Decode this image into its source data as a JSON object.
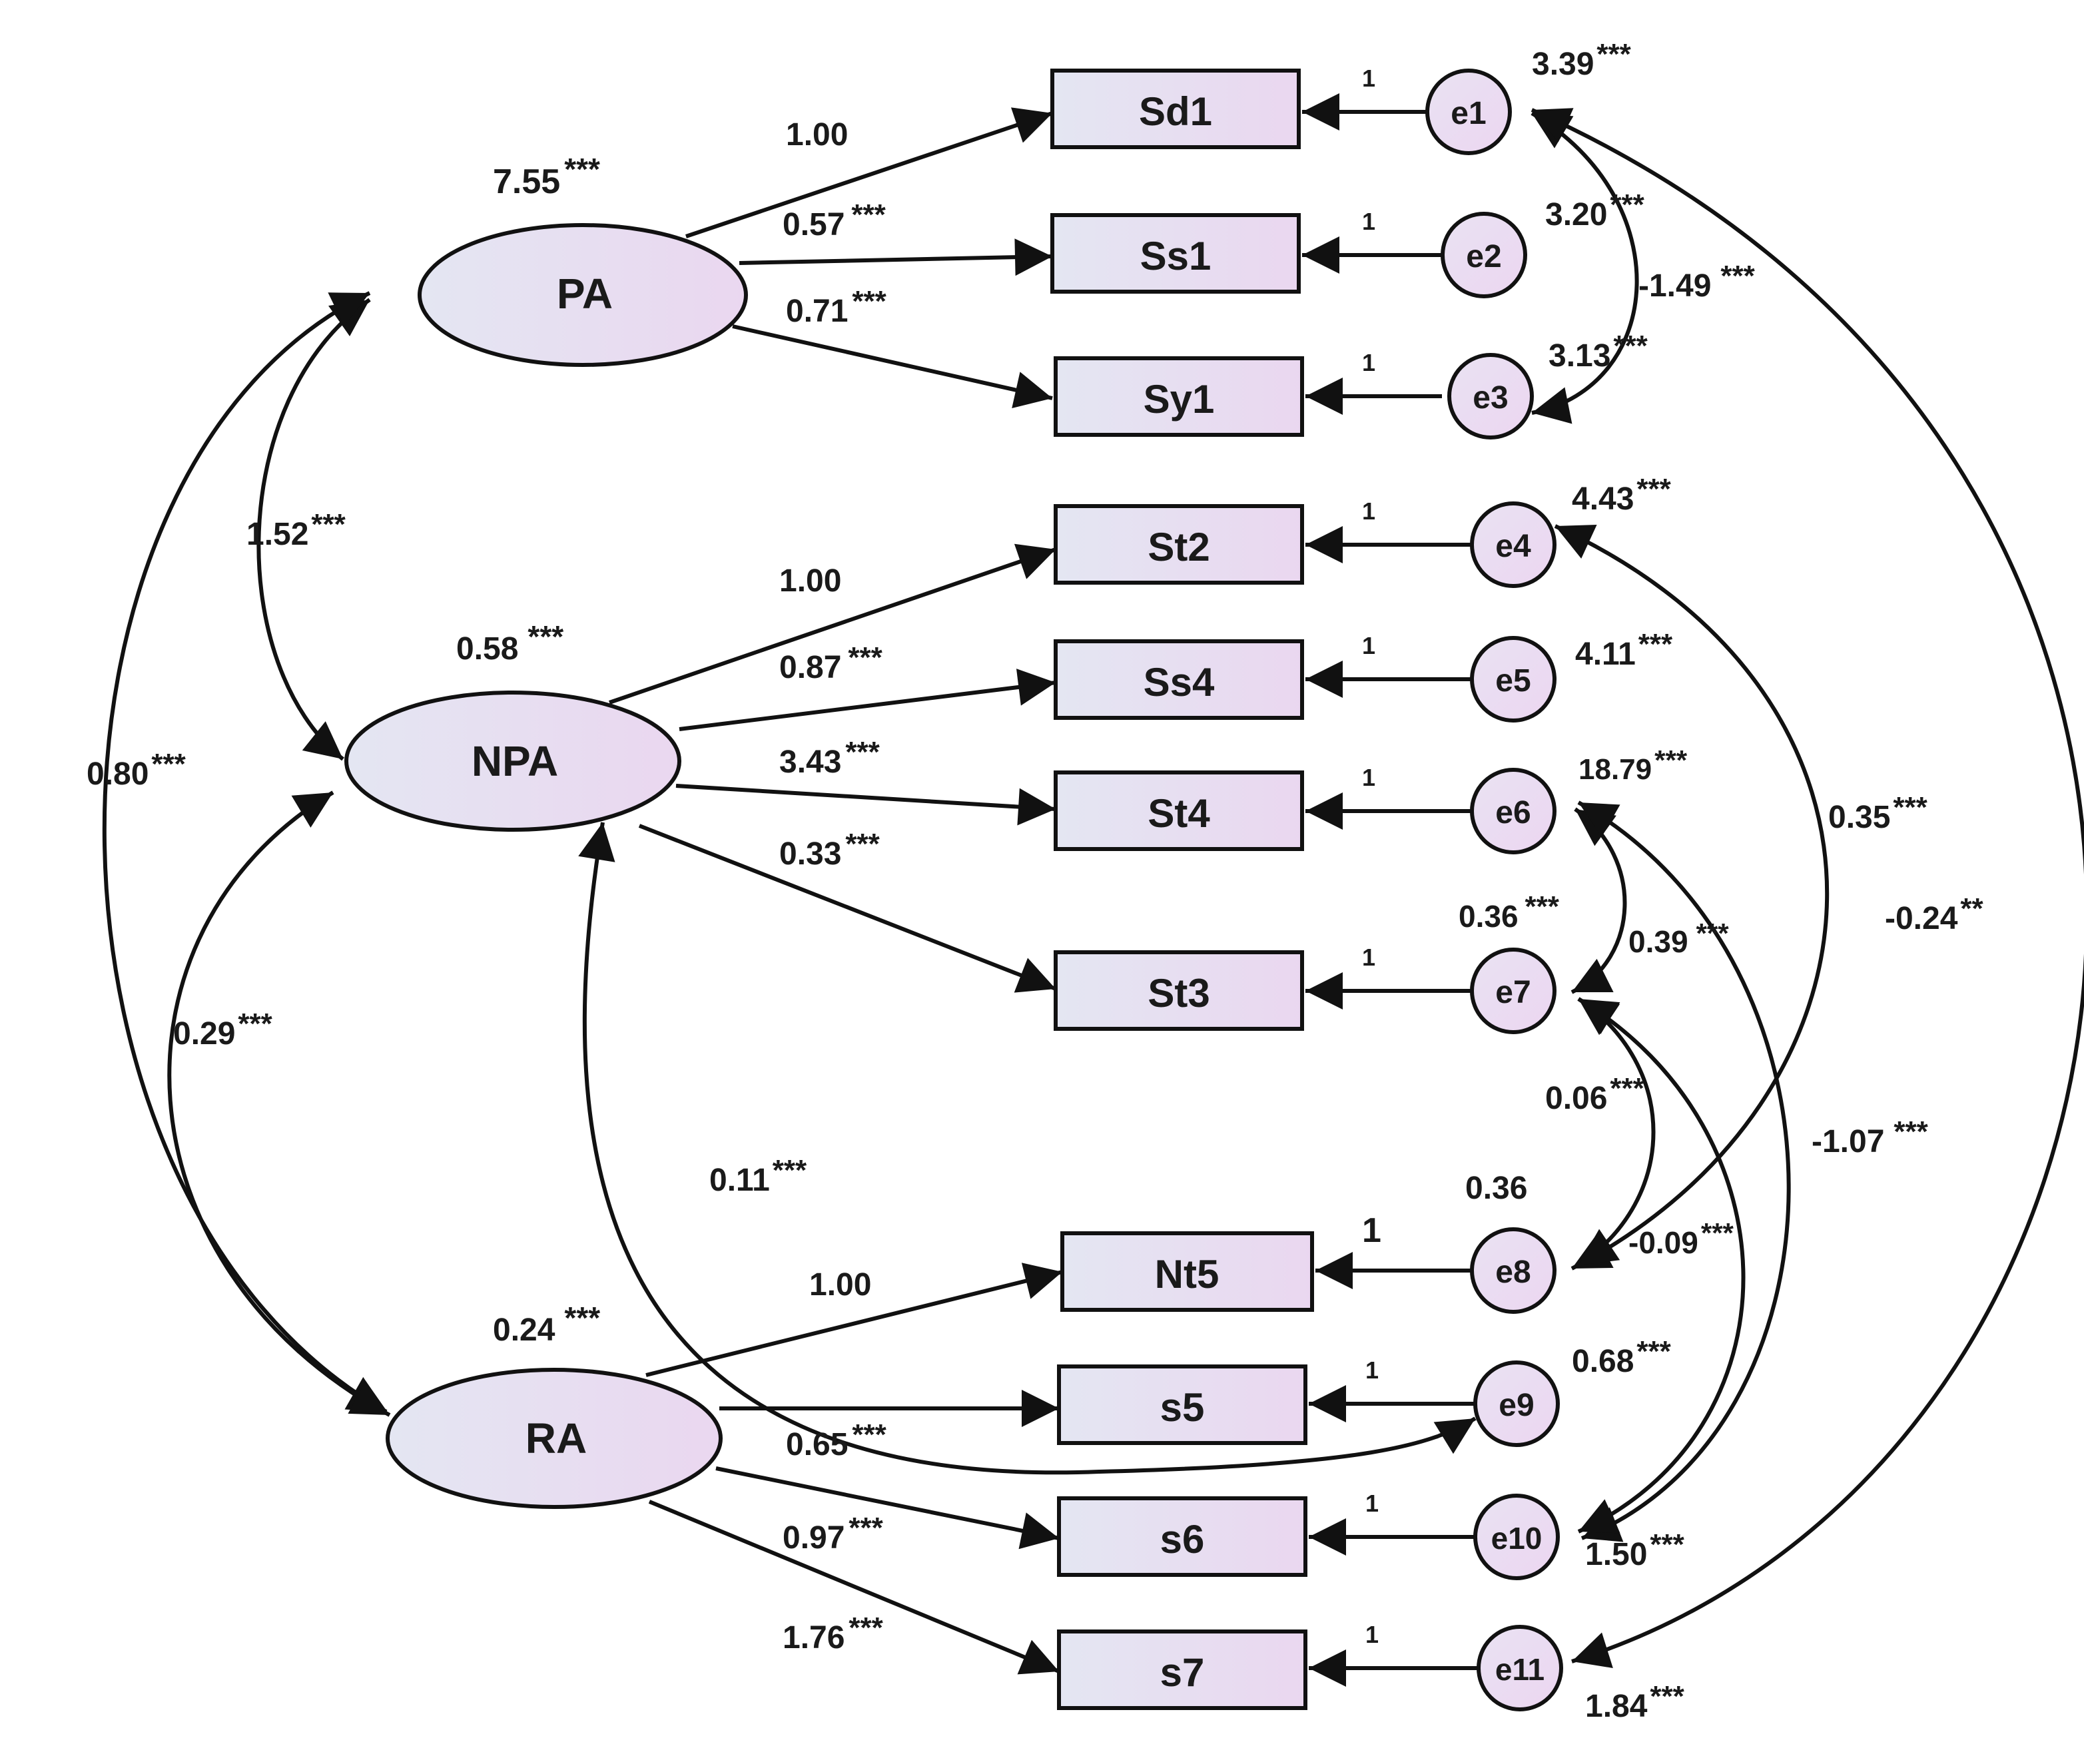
{
  "latent": [
    {
      "id": "PA",
      "label": "PA",
      "variance": "7.55",
      "sig": "***"
    },
    {
      "id": "NPA",
      "label": "NPA",
      "variance": "0.58",
      "sig": "***"
    },
    {
      "id": "RA",
      "label": "RA",
      "variance": "0.24",
      "sig": "***"
    }
  ],
  "observed": [
    {
      "id": "Sd1",
      "label": "Sd1"
    },
    {
      "id": "Ss1",
      "label": "Ss1"
    },
    {
      "id": "Sy1",
      "label": "Sy1"
    },
    {
      "id": "St2",
      "label": "St2"
    },
    {
      "id": "Ss4",
      "label": "Ss4"
    },
    {
      "id": "St4",
      "label": "St4"
    },
    {
      "id": "St3",
      "label": "St3"
    },
    {
      "id": "Nt5",
      "label": "Nt5"
    },
    {
      "id": "s5",
      "label": "s5"
    },
    {
      "id": "s6",
      "label": "s6"
    },
    {
      "id": "s7",
      "label": "s7"
    }
  ],
  "errors": [
    {
      "id": "e1",
      "label": "e1",
      "variance": "3.39",
      "sig": "***"
    },
    {
      "id": "e2",
      "label": "e2",
      "variance": "3.20",
      "sig": "***"
    },
    {
      "id": "e3",
      "label": "e3",
      "variance": "3.13",
      "sig": "***"
    },
    {
      "id": "e4",
      "label": "e4",
      "variance": "4.43",
      "sig": "***"
    },
    {
      "id": "e5",
      "label": "e5",
      "variance": "4.11",
      "sig": "***"
    },
    {
      "id": "e6",
      "label": "e6",
      "variance": "18.79",
      "sig": "***"
    },
    {
      "id": "e7",
      "label": "e7",
      "variance": "0.36",
      "sig": "***"
    },
    {
      "id": "e8",
      "label": "e8",
      "variance": "0.36",
      "sig": ""
    },
    {
      "id": "e9",
      "label": "e9",
      "variance": "0.68",
      "sig": "***"
    },
    {
      "id": "e10",
      "label": "e10",
      "variance": "1.50",
      "sig": "***"
    },
    {
      "id": "e11",
      "label": "e11",
      "variance": "1.84",
      "sig": "***"
    }
  ],
  "error_path_label": "1",
  "loadings": [
    {
      "from": "PA",
      "to": "Sd1",
      "value": "1.00",
      "sig": ""
    },
    {
      "from": "PA",
      "to": "Ss1",
      "value": "0.57",
      "sig": "***"
    },
    {
      "from": "PA",
      "to": "Sy1",
      "value": "0.71",
      "sig": "***"
    },
    {
      "from": "NPA",
      "to": "St2",
      "value": "1.00",
      "sig": ""
    },
    {
      "from": "NPA",
      "to": "Ss4",
      "value": "0.87",
      "sig": "***"
    },
    {
      "from": "NPA",
      "to": "St4",
      "value": "3.43",
      "sig": "***"
    },
    {
      "from": "NPA",
      "to": "St3",
      "value": "0.33",
      "sig": "***"
    },
    {
      "from": "RA",
      "to": "Nt5",
      "value": "1.00",
      "sig": ""
    },
    {
      "from": "RA",
      "to": "s5",
      "value": "0.65",
      "sig": "***"
    },
    {
      "from": "RA",
      "to": "s6",
      "value": "0.97",
      "sig": "***"
    },
    {
      "from": "RA",
      "to": "s7",
      "value": "1.76",
      "sig": "***"
    }
  ],
  "covariances": [
    {
      "between": [
        "PA",
        "NPA"
      ],
      "value": "1.52",
      "sig": "***"
    },
    {
      "between": [
        "PA",
        "RA"
      ],
      "value": "0.80",
      "sig": "***"
    },
    {
      "between": [
        "NPA",
        "RA"
      ],
      "value": "0.29",
      "sig": "***"
    },
    {
      "between": [
        "NPA",
        "e9"
      ],
      "value": "0.11",
      "sig": "***"
    },
    {
      "between": [
        "e1",
        "e3"
      ],
      "value": "-1.49",
      "sig": "***"
    },
    {
      "between": [
        "e1",
        "e11"
      ],
      "value": "-0.24",
      "sig": "**"
    },
    {
      "between": [
        "e4",
        "e8"
      ],
      "value": "0.35",
      "sig": "***"
    },
    {
      "between": [
        "e6",
        "e7"
      ],
      "value": "0.39",
      "sig": "***"
    },
    {
      "between": [
        "e6",
        "e10"
      ],
      "value": "-1.07",
      "sig": "***"
    },
    {
      "between": [
        "e7",
        "e8"
      ],
      "value": "0.06",
      "sig": "***"
    },
    {
      "between": [
        "e7",
        "e10"
      ],
      "value": "-0.09",
      "sig": "***"
    }
  ],
  "colors": {
    "node_fill_start": "#e4e6f2",
    "node_fill_end": "#ead7f0",
    "stroke": "#111111",
    "text": "#1a1a1a",
    "background": "#ffffff"
  }
}
